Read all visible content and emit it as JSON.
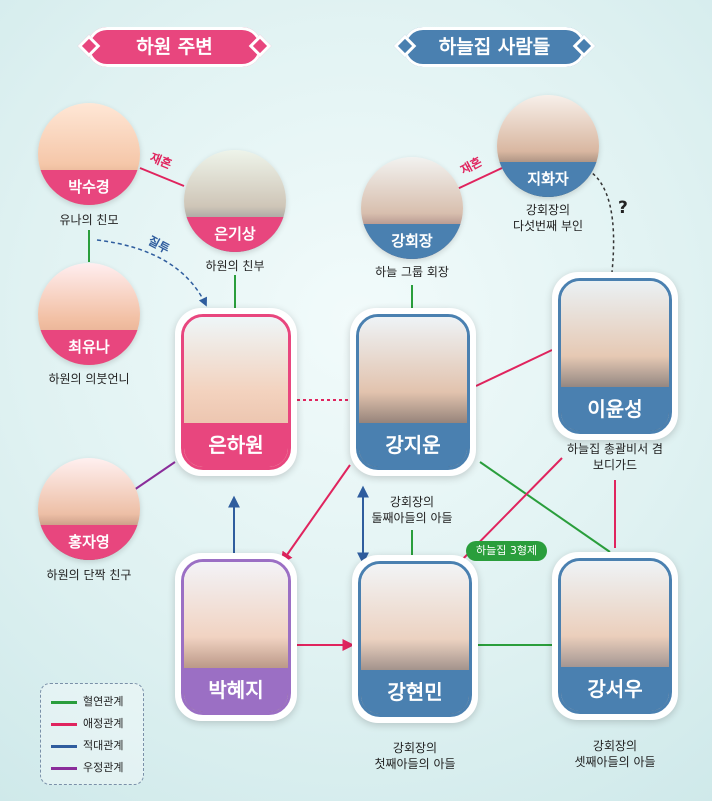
{
  "headers": {
    "left": "하원 주변",
    "right": "하늘집 사람들"
  },
  "people": {
    "park_sookyung": {
      "name": "박수경",
      "desc": "유나의 친모"
    },
    "eun_gisang": {
      "name": "은기상",
      "desc": "하원의 친부"
    },
    "choi_yuna": {
      "name": "최유나",
      "desc": "하원의 의붓언니"
    },
    "hong_jayoung": {
      "name": "홍자영",
      "desc": "하원의 단짝 친구"
    },
    "kang_chairman": {
      "name": "강회장",
      "desc": "하늘 그룹 회장"
    },
    "ji_hwaja": {
      "name": "지화자",
      "desc1": "강회장의",
      "desc2": "다섯번째 부인"
    },
    "eun_hawon": {
      "name": "은하원"
    },
    "kang_jiwoon": {
      "name": "강지운",
      "desc1": "강회장의",
      "desc2": "둘째아들의 아들"
    },
    "lee_yunsung": {
      "name": "이윤성",
      "desc1": "하늘집 총괄비서 겸",
      "desc2": "보디가드"
    },
    "park_hyeji": {
      "name": "박혜지"
    },
    "kang_hyunmin": {
      "name": "강현민",
      "desc1": "강회장의",
      "desc2": "첫째아들의 아들"
    },
    "kang_seowoo": {
      "name": "강서우",
      "desc1": "강회장의",
      "desc2": "셋째아들의 아들"
    }
  },
  "relations": {
    "remarriage_left": "재혼",
    "remarriage_right": "재혼",
    "jealousy": "질투",
    "question": "?",
    "brothers": "하늘집 3형제"
  },
  "legend": {
    "items": [
      {
        "label": "혈연관계",
        "color": "#2a9e3c"
      },
      {
        "label": "애정관계",
        "color": "#e0245e"
      },
      {
        "label": "적대관계",
        "color": "#2f5d9e"
      },
      {
        "label": "우정관계",
        "color": "#8a2d9a"
      }
    ]
  },
  "colors": {
    "pink": "#e8467e",
    "blue": "#4a80b0",
    "purple": "#9b6fc4"
  }
}
